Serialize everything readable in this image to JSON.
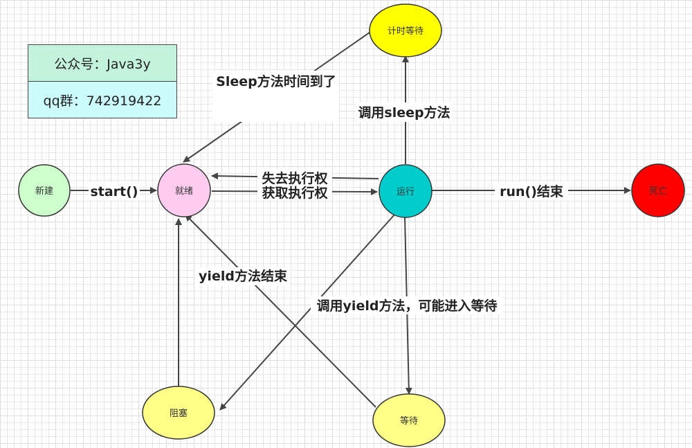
{
  "info_box": {
    "account": "公众号：Java3y",
    "qq_group": "qq群：742919422"
  },
  "nodes": {
    "new": {
      "label": "新建",
      "color": "#ccffcc"
    },
    "ready": {
      "label": "就绪",
      "color": "#ffccf0"
    },
    "running": {
      "label": "运行",
      "color": "#00cccc"
    },
    "dead": {
      "label": "死亡",
      "color": "#ff0000"
    },
    "timed_waiting": {
      "label": "计时等待",
      "color": "#ffff00"
    },
    "blocked": {
      "label": "阻塞",
      "color": "#ffff88"
    },
    "waiting": {
      "label": "等待",
      "color": "#ffff88"
    }
  },
  "edges": {
    "start": "start()",
    "lose_exec": "失去执行权",
    "gain_exec": "获取执行权",
    "run_end": "run()结束",
    "call_sleep": "调用sleep方法",
    "sleep_done": "Sleep方法时间到了",
    "yield_end": "yield方法结束",
    "call_yield": "调用yield方法，可能进入等待"
  },
  "colors": {
    "line": "#444444",
    "node_border": "#333333"
  }
}
